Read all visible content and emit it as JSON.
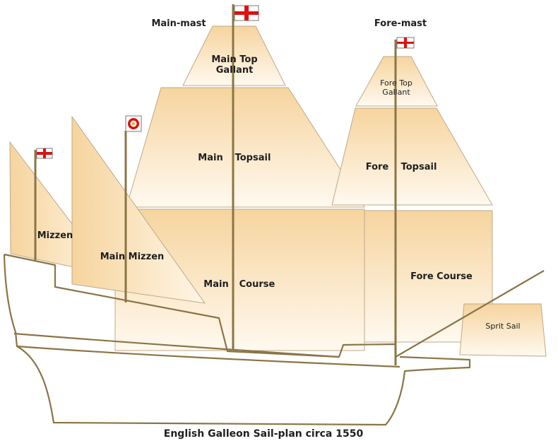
{
  "title": "English Galleon Sail-plan circa 1550",
  "labels": {
    "main_mast": "Main-mast",
    "fore_mast": "Fore-mast",
    "main_top_gallant_1": "Main Top",
    "main_top_gallant_2": "Gallant",
    "main_topsail_1": "Main",
    "main_topsail_2": "Topsail",
    "main_course_1": "Main",
    "main_course_2": "Course",
    "fore_top_gallant_1": "Fore Top",
    "fore_top_gallant_2": "Gallant",
    "fore_topsail_1": "Fore",
    "fore_topsail_2": "Topsail",
    "fore_course": "Fore Course",
    "sprit_sail": "Sprit Sail",
    "mizzen": "Mizzen",
    "main_mizzen": "Main Mizzen"
  },
  "colors": {
    "sail_top": "#f7d9a6",
    "sail_bottom": "#fffaf2",
    "hull_line": "#8b7545",
    "flag_red": "#dd1111"
  },
  "icons": {
    "flag": "st-george-cross-flag-icon",
    "rose_flag": "tudor-rose-flag-icon"
  }
}
